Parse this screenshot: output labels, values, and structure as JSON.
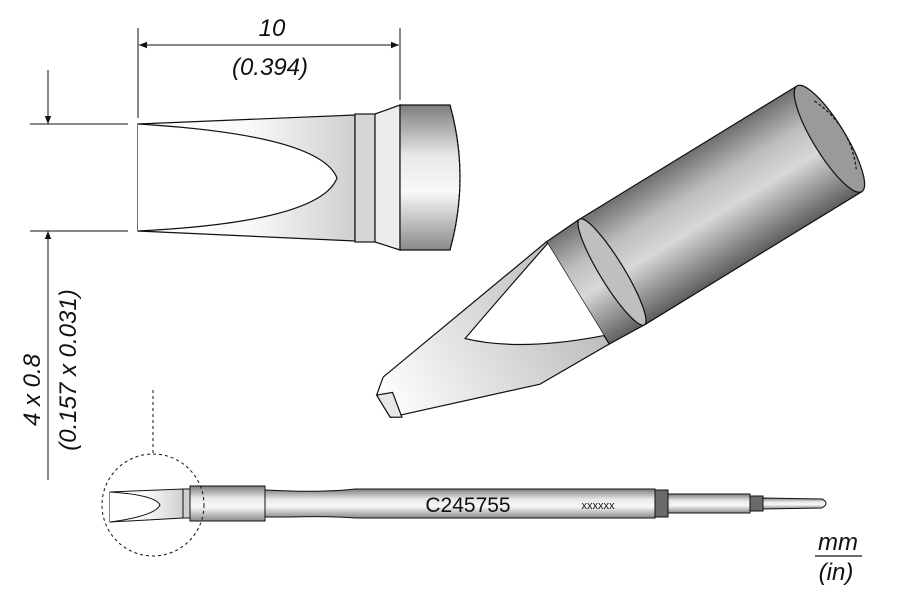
{
  "dimensions": {
    "length_mm": "10",
    "length_in": "(0.394)",
    "tip_mm": "4 x 0.8",
    "tip_in": "(0.157 x 0.031)"
  },
  "part": {
    "code": "C245755",
    "batch": "xxxxxx"
  },
  "units": {
    "primary": "mm",
    "secondary": "(in)"
  },
  "colors": {
    "line": "#111111",
    "metal_light": "#f4f4f4",
    "metal_dark": "#8a8a8a",
    "ring_dark": "#555555"
  }
}
